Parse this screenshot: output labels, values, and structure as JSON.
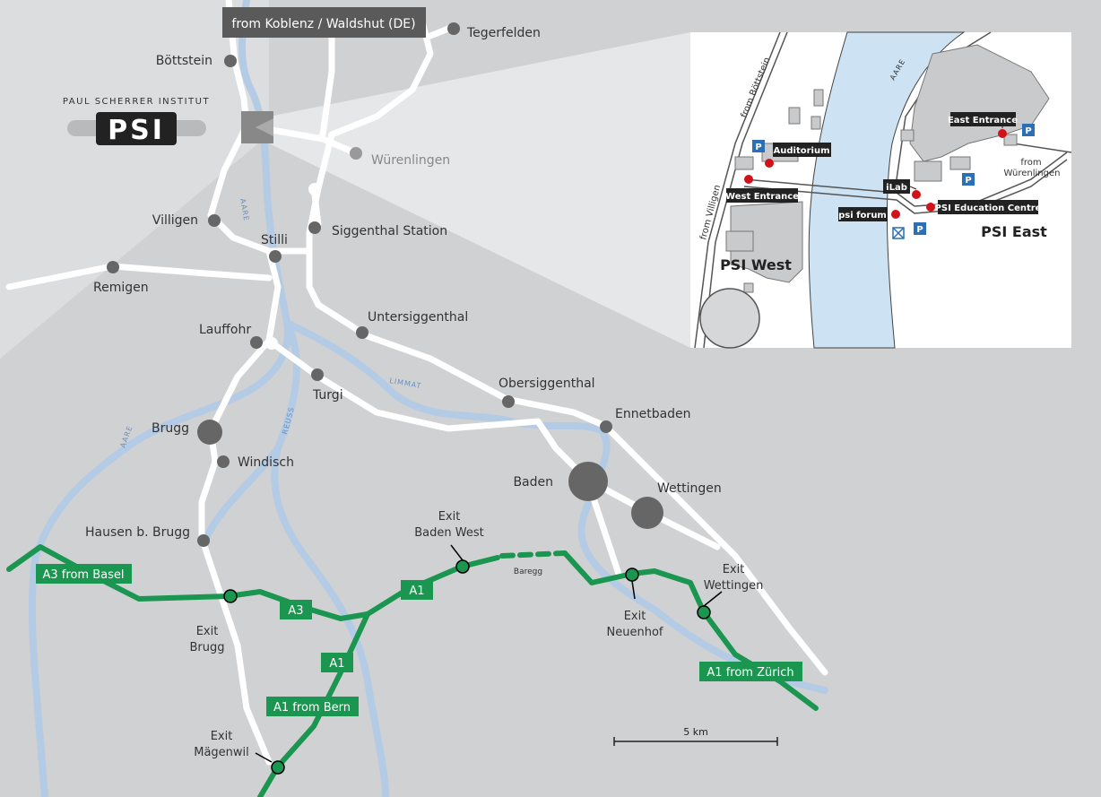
{
  "logo": {
    "institute": "PAUL SCHERRER INSTITUT",
    "mark": "PSI"
  },
  "banner": "from Koblenz / Waldshut (DE)",
  "towns": {
    "tegerfelden": "Tegerfelden",
    "boettstein": "Böttstein",
    "wuerenlingen": "Würenlingen",
    "villigen": "Villigen",
    "stilli": "Stilli",
    "siggenthal_station": "Siggenthal Station",
    "remigen": "Remigen",
    "lauffohr": "Lauffohr",
    "untersiggenthal": "Untersiggenthal",
    "turgi": "Turgi",
    "obersiggenthal": "Obersiggenthal",
    "ennetbaden": "Ennetbaden",
    "brugg": "Brugg",
    "windisch": "Windisch",
    "baden": "Baden",
    "wettingen": "Wettingen",
    "hausen": "Hausen b. Brugg"
  },
  "rivers": {
    "aare1": "AARE",
    "aare2": "AARE",
    "reuss": "REUSS",
    "limmat": "LIMMAT"
  },
  "highways": {
    "a3_basel": "A3 from Basel",
    "a3": "A3",
    "a1_a": "A1",
    "a1_b": "A1",
    "a1_bern": "A1 from Bern",
    "a1_zurich": "A1 from Zürich"
  },
  "exits": {
    "baden_west_1": "Exit",
    "baden_west_2": "Baden West",
    "brugg_1": "Exit",
    "brugg_2": "Brugg",
    "neuenhof_1": "Exit",
    "neuenhof_2": "Neuenhof",
    "wettingen_1": "Exit",
    "wettingen_2": "Wettingen",
    "maegenwil_1": "Exit",
    "maegenwil_2": "Mägenwil"
  },
  "baregg": "Baregg",
  "scale": "5 km",
  "inset": {
    "aare": "AARE",
    "from_boettstein": "from Böttstein",
    "from_villigen": "from Villigen",
    "from_wuerenlingen_1": "from",
    "from_wuerenlingen_2": "Würenlingen",
    "auditorium": "Auditorium",
    "west_entrance": "West Entrance",
    "east_entrance": "East Entrance",
    "ilab": "iLab",
    "psi_forum": "psi forum",
    "education_centre": "PSI Education Centre",
    "psi_west": "PSI West",
    "psi_east": "PSI East",
    "parking": "P"
  },
  "colors": {
    "background": "#d2d3d4",
    "road": "#ffffff",
    "river": "#b4cbe6",
    "highway": "#1a9650",
    "town_dot": "#666666",
    "banner": "#5a5a5a",
    "marker": "#d0121b",
    "parking": "#2b6fb6"
  }
}
